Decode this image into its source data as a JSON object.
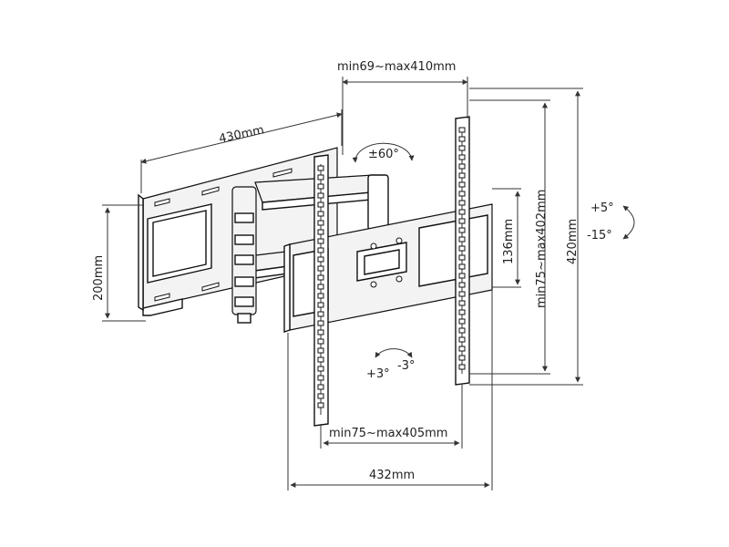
{
  "dimensions": {
    "top_span": "min69~max410mm",
    "wall_plate_width": "430mm",
    "rotation": "±60°",
    "wall_plate_height": "200mm",
    "bracket_slot_height": "136mm",
    "vesa_vertical": "min75~max402mm",
    "overall_height": "420mm",
    "tilt_up": "+5°",
    "tilt_down": "-15°",
    "level_plus": "+3°",
    "level_minus": "-3°",
    "vesa_horizontal": "min75~max405mm",
    "overall_width": "432mm"
  },
  "colors": {
    "line": "#111111",
    "dimension": "#333333",
    "background": "#ffffff"
  },
  "icons": [
    "rotation-arrow-icon",
    "tilt-arrow-icon",
    "level-arrow-icon"
  ]
}
